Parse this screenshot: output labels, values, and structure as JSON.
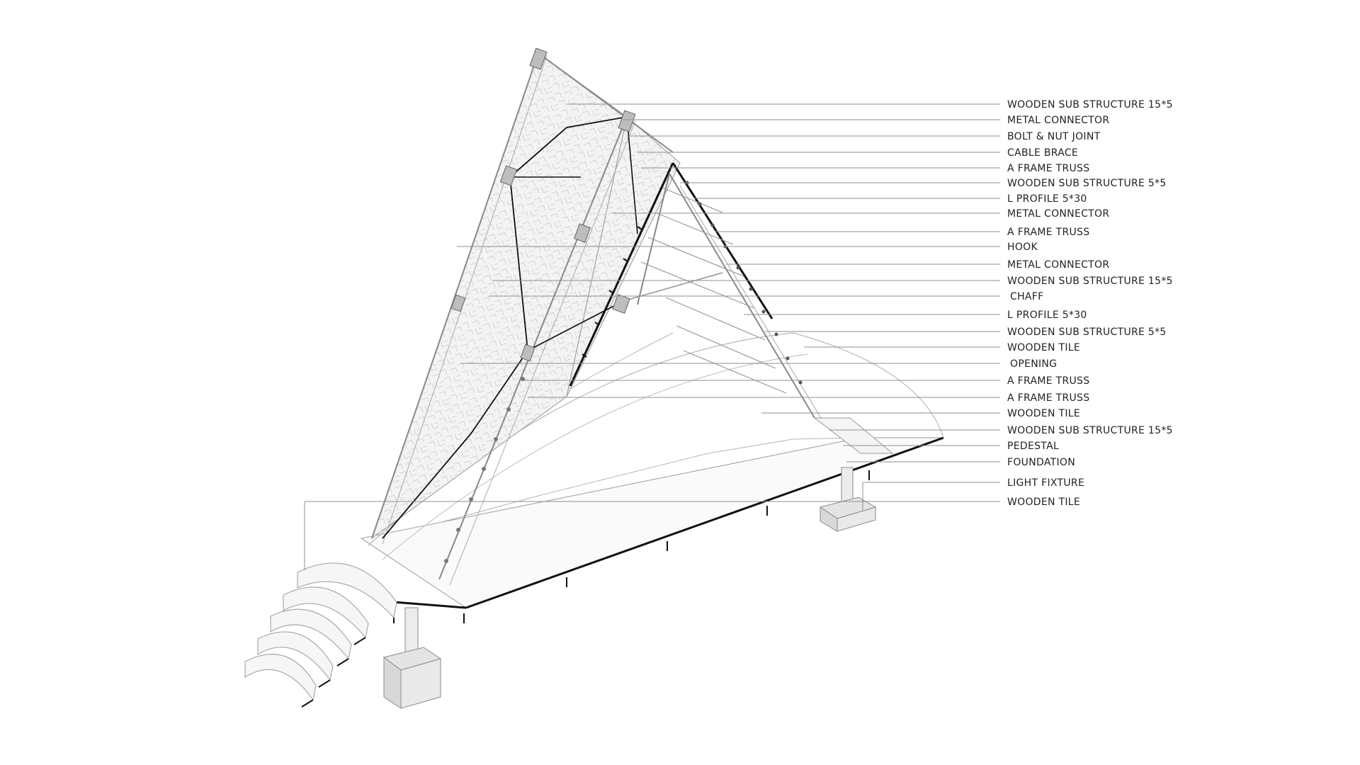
{
  "drawing": {
    "line_color": "#9a9a9a",
    "heavy_line_color": "#111111",
    "panel_fill": "#efefef",
    "pattern_color": "#cfcfcf",
    "connector_fill": "#bdbdbd",
    "pedestal_fill": "#e2e2e2"
  },
  "callouts": [
    {
      "text": "WOODEN SUB STRUCTURE 15*5"
    },
    {
      "text": "METAL CONNECTOR"
    },
    {
      "text": "BOLT & NUT JOINT"
    },
    {
      "text": "CABLE BRACE"
    },
    {
      "text": "A FRAME TRUSS"
    },
    {
      "text": "WOODEN SUB STRUCTURE 5*5"
    },
    {
      "text": "L PROFILE 5*30"
    },
    {
      "text": "METAL CONNECTOR"
    },
    {
      "text": "A FRAME TRUSS"
    },
    {
      "text": "HOOK"
    },
    {
      "text": "METAL CONNECTOR"
    },
    {
      "text": "WOODEN SUB STRUCTURE 15*5"
    },
    {
      "text": "CHAFF"
    },
    {
      "text": "L PROFILE 5*30"
    },
    {
      "text": "WOODEN SUB STRUCTURE 5*5"
    },
    {
      "text": "WOODEN TILE"
    },
    {
      "text": "OPENING"
    },
    {
      "text": "A FRAME TRUSS"
    },
    {
      "text": "A FRAME TRUSS"
    },
    {
      "text": "WOODEN TILE"
    },
    {
      "text": "WOODEN SUB STRUCTURE 15*5"
    },
    {
      "text": "PEDESTAL"
    },
    {
      "text": "FOUNDATION"
    },
    {
      "text": "LIGHT FIXTURE"
    },
    {
      "text": "WOODEN TILE"
    }
  ]
}
